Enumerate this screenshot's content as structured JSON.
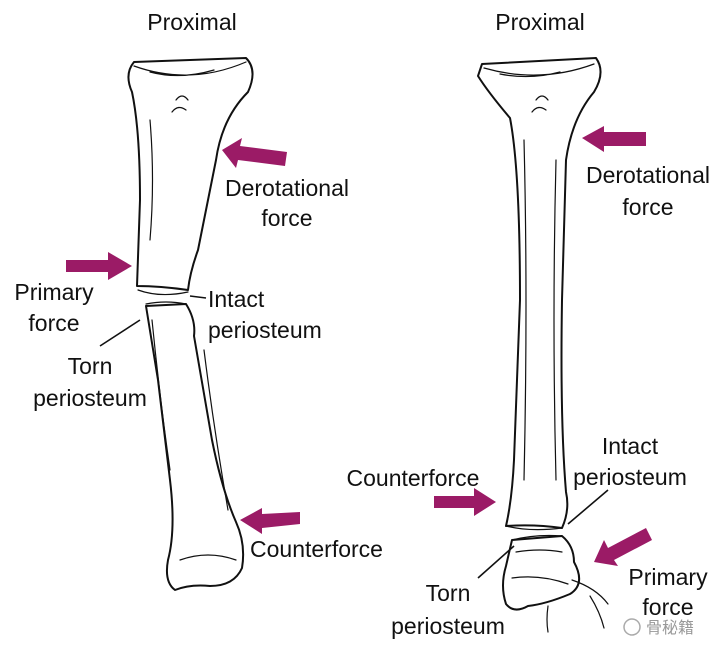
{
  "left_figure": {
    "proximal": "Proximal",
    "derotational_force": [
      "Derotational",
      "force"
    ],
    "primary_force": [
      "Primary",
      "force"
    ],
    "intact_periosteum": [
      "Intact",
      "periosteum"
    ],
    "torn_periosteum": [
      "Torn",
      "periosteum"
    ],
    "counterforce": "Counterforce"
  },
  "right_figure": {
    "proximal": "Proximal",
    "derotational_force": [
      "Derotational",
      "force"
    ],
    "intact_periosteum": [
      "Intact",
      "periosteum"
    ],
    "counterforce": "Counterforce",
    "primary_force": [
      "Primary",
      "force"
    ],
    "torn_periosteum": [
      "Torn",
      "periosteum"
    ]
  },
  "watermark": "骨秘籍",
  "colors": {
    "arrow": "#9b1b66",
    "line": "#111111"
  }
}
